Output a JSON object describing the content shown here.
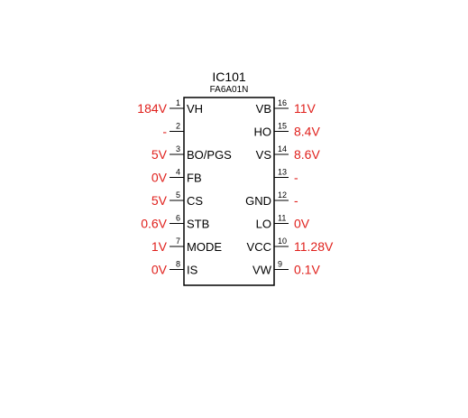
{
  "ic": {
    "reference": "IC101",
    "part_number": "FA6A01N"
  },
  "left_pins": [
    {
      "number": "1",
      "name": "VH",
      "voltage": "184V"
    },
    {
      "number": "2",
      "name": "",
      "voltage": "-"
    },
    {
      "number": "3",
      "name": "BO/PGS",
      "voltage": "5V"
    },
    {
      "number": "4",
      "name": "FB",
      "voltage": "0V"
    },
    {
      "number": "5",
      "name": "CS",
      "voltage": "5V"
    },
    {
      "number": "6",
      "name": "STB",
      "voltage": "0.6V"
    },
    {
      "number": "7",
      "name": "MODE",
      "voltage": "1V"
    },
    {
      "number": "8",
      "name": "IS",
      "voltage": "0V"
    }
  ],
  "right_pins": [
    {
      "number": "16",
      "name": "VB",
      "voltage": "11V"
    },
    {
      "number": "15",
      "name": "HO",
      "voltage": "8.4V"
    },
    {
      "number": "14",
      "name": "VS",
      "voltage": "8.6V"
    },
    {
      "number": "13",
      "name": "",
      "voltage": "-"
    },
    {
      "number": "12",
      "name": "GND",
      "voltage": "-"
    },
    {
      "number": "11",
      "name": "LO",
      "voltage": "0V"
    },
    {
      "number": "10",
      "name": "VCC",
      "voltage": "11.28V"
    },
    {
      "number": "9",
      "name": "VW",
      "voltage": "0.1V"
    }
  ],
  "colors": {
    "voltage_text": "#e0201c",
    "lines": "#000000",
    "background": "#ffffff"
  }
}
